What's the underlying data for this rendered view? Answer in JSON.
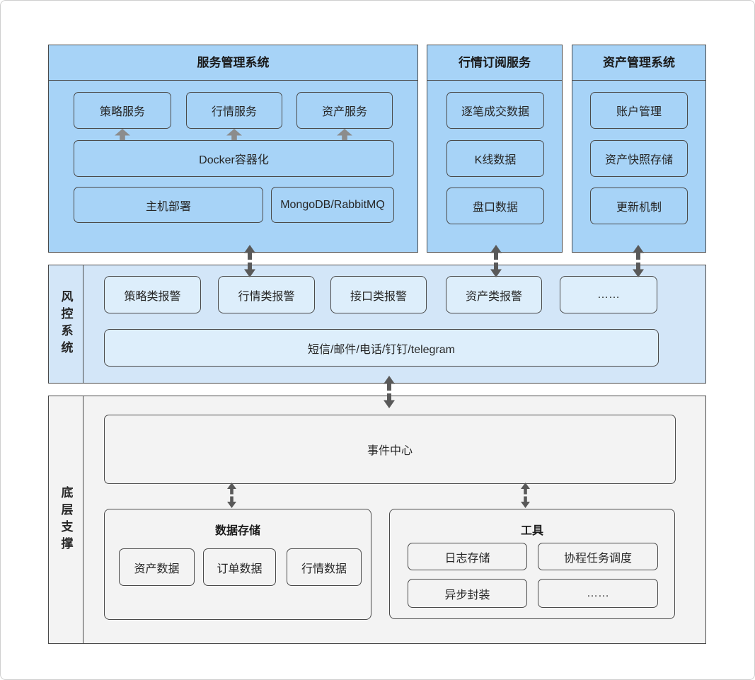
{
  "colors": {
    "panel_blue": "#a7d3f7",
    "risk_blue": "#d3e6f8",
    "alarm_box_blue": "#ddeefb",
    "support_gray": "#f3f3f3",
    "border_dark": "#4a4a4a",
    "arrow_dark": "#595959",
    "arrow_gray": "#8c8c8c",
    "text_dark": "#222222"
  },
  "service_panel": {
    "title": "服务管理系统",
    "strategy": "策略服务",
    "market": "行情服务",
    "asset": "资产服务",
    "docker": "Docker容器化",
    "host": "主机部署",
    "middleware": "MongoDB/RabbitMQ"
  },
  "market_panel": {
    "title": "行情订阅服务",
    "tick": "逐笔成交数据",
    "kline": "K线数据",
    "depth": "盘口数据"
  },
  "asset_panel": {
    "title": "资产管理系统",
    "account": "账户管理",
    "snapshot": "资产快照存储",
    "update": "更新机制"
  },
  "risk": {
    "label": "风控系统",
    "alarms": [
      "策略类报警",
      "行情类报警",
      "接口类报警",
      "资产类报警",
      "……"
    ],
    "channels": "短信/邮件/电话/钉钉/telegram"
  },
  "support": {
    "label": "底层支撑",
    "event_center": "事件中心",
    "storage": {
      "title": "数据存储",
      "items": [
        "资产数据",
        "订单数据",
        "行情数据"
      ]
    },
    "tools": {
      "title": "工具",
      "items": [
        "日志存储",
        "协程任务调度",
        "异步封装",
        "……"
      ]
    }
  }
}
